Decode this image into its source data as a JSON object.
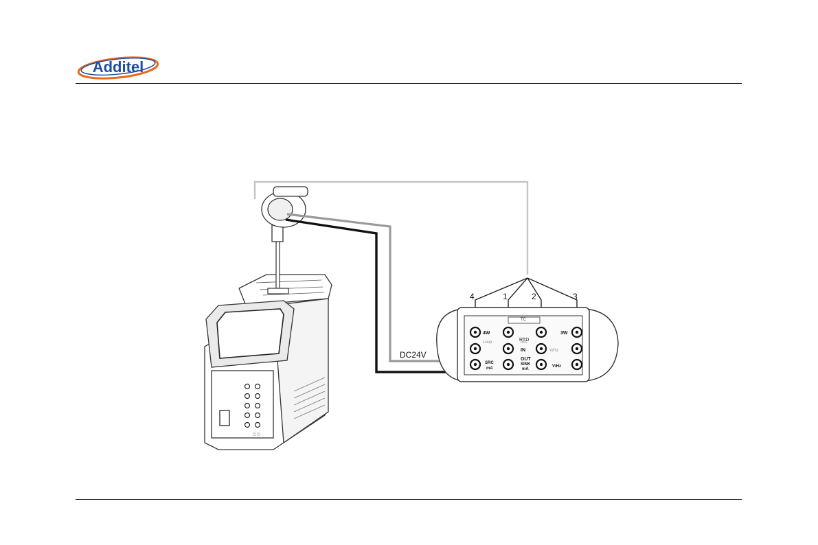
{
  "header": {
    "brand": "Additel",
    "colors": {
      "brand_blue": "#1f4fa0",
      "brand_orange": "#e8681c"
    }
  },
  "diagram": {
    "wire_labels": {
      "supply": "DC24V"
    },
    "terminal_numbers": [
      "4",
      "1",
      "2",
      "3"
    ],
    "calibrator_labels": {
      "tc": "TC",
      "rtd": "RTD",
      "four_wire": "4W",
      "three_wire": "3W",
      "loop": "Loop",
      "ma": "mA",
      "in": "IN",
      "vhz": "V/Hz",
      "out": "OUT",
      "src": "SRC",
      "src_ma": "mA",
      "sink": "SINK",
      "sink_ma": "mA",
      "v_hz_out": "V/Hz"
    },
    "colors": {
      "wire_dark": "#111111",
      "wire_gray": "#9a9a9a",
      "wire_light": "#c4c4c4"
    }
  }
}
